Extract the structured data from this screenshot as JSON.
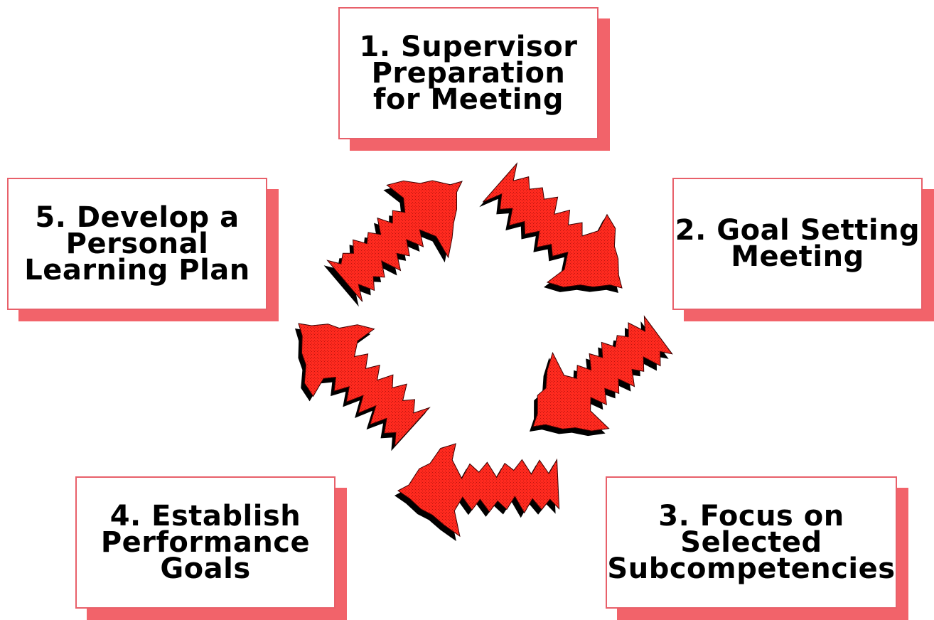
{
  "diagram": {
    "type": "cycle",
    "accent_color": "#f2636a",
    "arrow_fill": "#ff2a1f",
    "arrow_shadow": "#000000",
    "steps": [
      {
        "label": "1. Supervisor\nPreparation\nfor Meeting"
      },
      {
        "label": "2. Goal Setting\nMeeting"
      },
      {
        "label": "3. Focus on\nSelected\nSubcompetencies"
      },
      {
        "label": "4. Establish\nPerformance\nGoals"
      },
      {
        "label": "5. Develop a\nPersonal\nLearning Plan"
      }
    ],
    "arrows": [
      {
        "from": "1",
        "to": "2"
      },
      {
        "from": "2",
        "to": "3"
      },
      {
        "from": "3",
        "to": "4"
      },
      {
        "from": "4",
        "to": "5"
      },
      {
        "from": "5",
        "to": "1"
      }
    ]
  }
}
